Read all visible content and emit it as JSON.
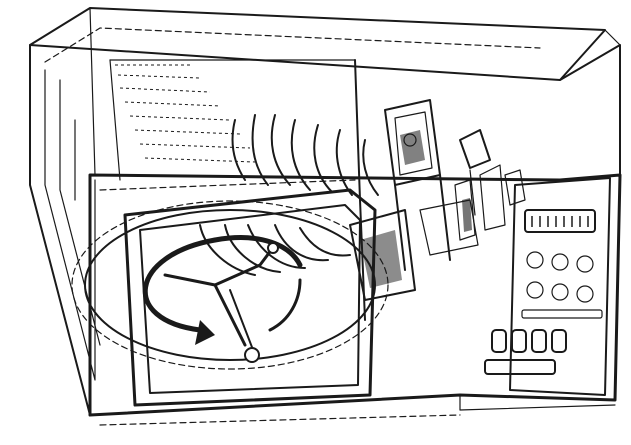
{
  "diagram": {
    "subject": "microwave-oven-cutaway",
    "colors": {
      "ink": "#1a1a1a",
      "paper": "#ffffff"
    },
    "parts": [
      "outer-cabinet",
      "cavity",
      "door-window",
      "turntable",
      "rotation-arrow",
      "stirrer-arm",
      "microwave-waves",
      "magnetron",
      "waveguide",
      "control-panel"
    ]
  }
}
